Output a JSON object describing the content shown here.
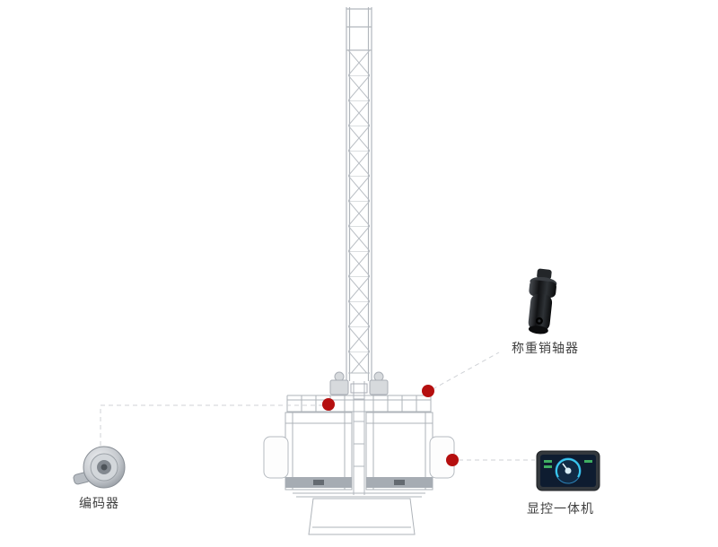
{
  "diagram": {
    "subject": "construction-hoist-sensor-schematic",
    "colors": {
      "marker": "#b50f0f",
      "drawing_line": "#b2b7bd",
      "connector_line": "#cfd2d6",
      "label_text": "#404040"
    },
    "components": [
      {
        "id": "encoder",
        "label": "编码器"
      },
      {
        "id": "weighing-pin-sensor",
        "label": "称重销轴器"
      },
      {
        "id": "display-controller",
        "label": "显控一体机"
      }
    ]
  }
}
